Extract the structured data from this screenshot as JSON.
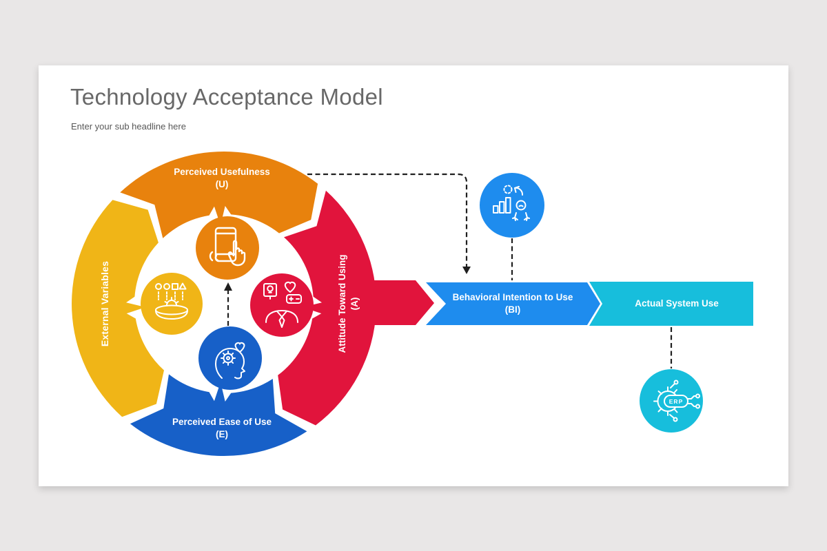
{
  "slide": {
    "title": "Technology Acceptance Model",
    "subtitle": "Enter your sub headline here"
  },
  "diagram": {
    "ring_segments": [
      {
        "key": "usefulness",
        "label": "Perceived Usefulness (U)",
        "color": "#E8820D",
        "icon": "hand-tapping-phone-icon"
      },
      {
        "key": "external",
        "label": "External Variables",
        "color": "#F0B517",
        "icon": "variables-input-bowl-icon"
      },
      {
        "key": "attitude",
        "label": "Attitude Toward Using (A)",
        "color": "#E1143C",
        "icon": "person-feedback-bubbles-icon"
      },
      {
        "key": "ease",
        "label": "Perceived Ease of Use (E)",
        "color": "#1760C8",
        "icon": "head-gear-heart-icon"
      }
    ],
    "flow_steps": [
      {
        "key": "bi",
        "label": "Behavioral Intention to Use (BI)",
        "color": "#1E8CEE"
      },
      {
        "key": "asu",
        "label": "Actual System Use",
        "color": "#17BEDC"
      }
    ],
    "satellites": [
      {
        "key": "analytics",
        "icon": "analytics-robot-user-icon",
        "color": "#1E8CEE"
      },
      {
        "key": "erp",
        "icon": "erp-gear-circuit-icon",
        "color": "#17BEDC",
        "label": "ERP"
      }
    ],
    "connector_color": "#1F1F1F"
  },
  "colors": {
    "background": "#E9E7E7",
    "card": "#FFFFFF",
    "title_text": "#686868",
    "subtitle_text": "#575757",
    "label_text": "#FFFFFF"
  }
}
